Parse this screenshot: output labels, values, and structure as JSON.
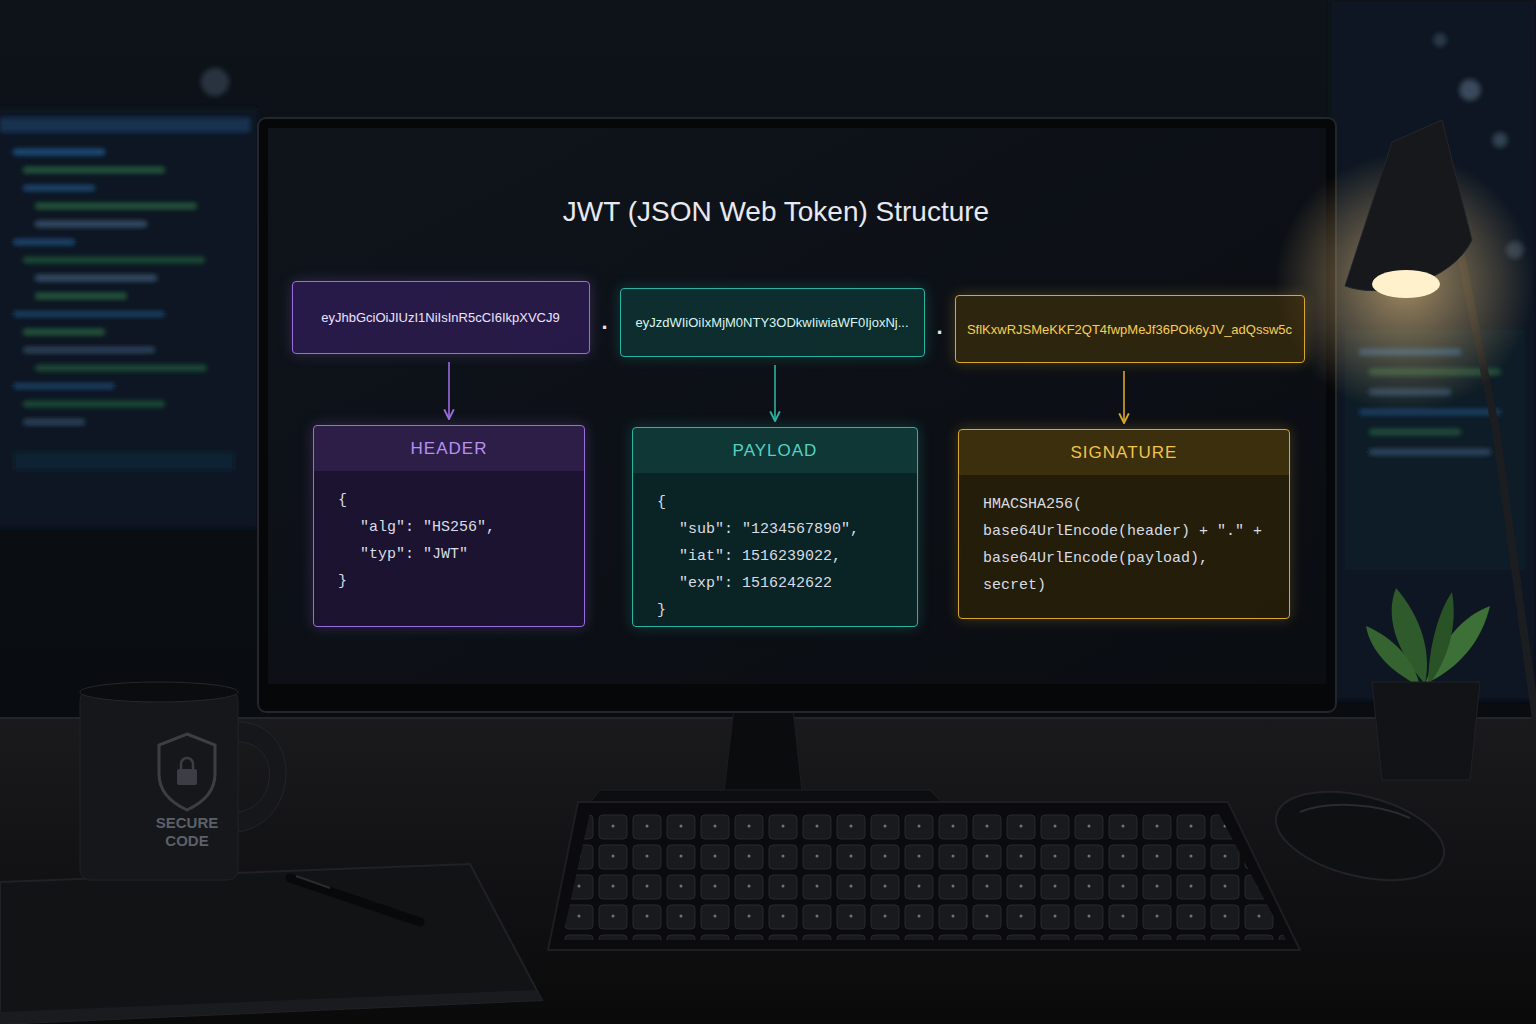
{
  "diagram": {
    "title": "JWT (JSON Web Token) Structure",
    "nodes": [
      {
        "text": [
          "eyJhbGciOiJIUzI1NiIsInR5cCI6IkpXVCJ9"
        ]
      },
      {
        "text": [
          "eyJzdWIiOiIxMjM0NTY3ODkwIiwiaWF0IjoxNj..."
        ]
      },
      {
        "text": [
          "SflKxwRJSMeKKF2QT4fwpMeJf36POk6yJV_adQssw5c"
        ]
      },
      {
        "text": [
          "HEADER",
          "{",
          "\"alg\": \"HS256\",",
          "\"typ\": \"JWT\"",
          "}"
        ]
      },
      {
        "text": [
          "PAYLOAD",
          "{",
          "\"sub\": \"1234567890\",",
          "\"iat\": 1516239022,",
          "\"exp\": 1516242622",
          "}"
        ]
      },
      {
        "text": [
          "SIGNATURE",
          "HMACSHA256(",
          "base64UrlEncode(header) + \".\" +",
          "base64UrlEncode(payload),",
          "secret)"
        ]
      }
    ],
    "edges": [
      {
        "from": 0,
        "to": 3,
        "arrow": "to"
      },
      {
        "from": 1,
        "to": 4,
        "arrow": "to"
      },
      {
        "from": 2,
        "to": 5,
        "arrow": "to"
      }
    ],
    "labels": [
      ".",
      ".",
      "SECURE CODE"
    ]
  }
}
